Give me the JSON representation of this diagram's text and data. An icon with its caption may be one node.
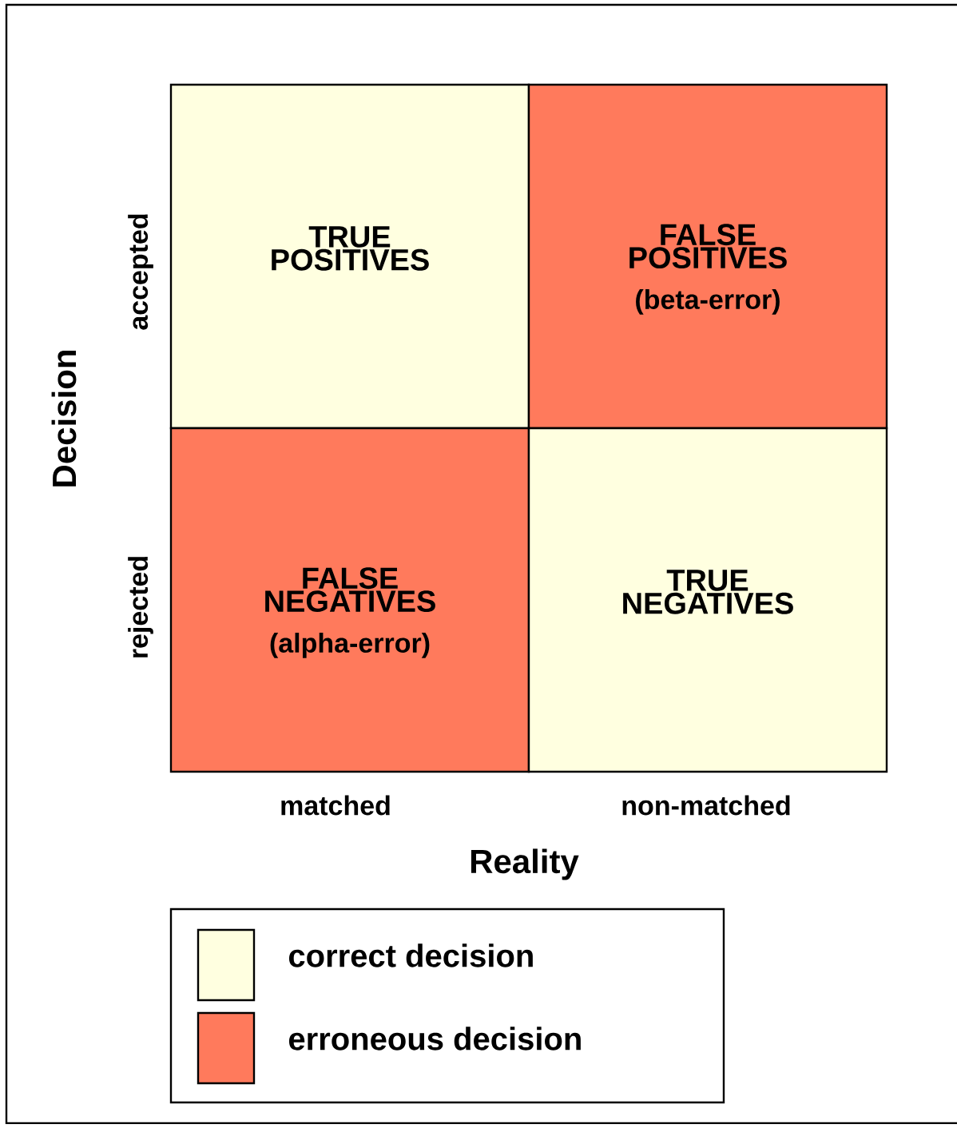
{
  "diagram": {
    "nodes": [
      {
        "text": [
          "TRUE POSITIVES"
        ]
      },
      {
        "text": [
          "FALSE POSITIVES",
          "(beta-error)"
        ]
      },
      {
        "text": [
          "FALSE NEGATIVES",
          "(alpha-error)"
        ]
      },
      {
        "text": [
          "TRUE NEGATIVES"
        ]
      }
    ],
    "labels": [
      "Decision",
      "accepted",
      "rejected",
      "matched",
      "non-matched",
      "Reality"
    ],
    "legend": [
      {
        "text": "correct decision",
        "color": "#ffffe0"
      },
      {
        "text": "erroneous decision",
        "color": "#ff7a5c"
      }
    ]
  }
}
